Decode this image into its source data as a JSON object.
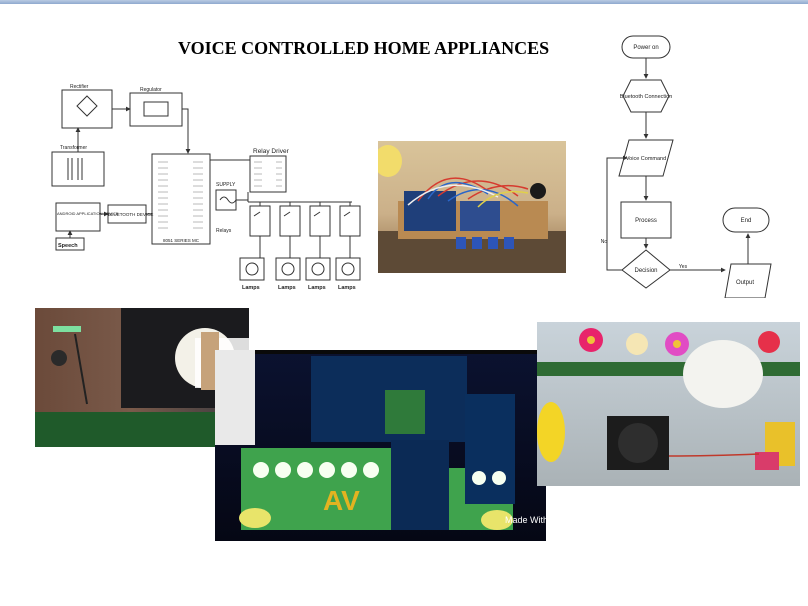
{
  "slide": {
    "title": "VOICE CONTROLLED HOME APPLIANCES"
  },
  "block_diagram": {
    "rectifier": "Rectifier",
    "regulator": "Regulator",
    "transformer": "Transformer",
    "android_device": "ANDROID APPLICATION DEVICE",
    "bluetooth_device": "BLUETOOTH DEVICE",
    "speech": "Speech",
    "mcu": "8051 SERIES MC",
    "relay_driver": "Relay Driver",
    "supply": "SUPPLY",
    "relays": "Relays",
    "lamps": [
      "Lamps",
      "Lamps",
      "Lamps",
      "Lamps"
    ]
  },
  "flowchart": {
    "power_on": "Power on",
    "bluetooth_connection": "Bluetooth Connection",
    "voice_command": "Voice Command",
    "process": "Process",
    "decision": "Decision",
    "output": "Output",
    "end": "End",
    "no_label": "No",
    "yes_label": "Yes"
  },
  "photos": {
    "model_watermark": "Made With VivaVideo",
    "model_sign": "AV"
  }
}
